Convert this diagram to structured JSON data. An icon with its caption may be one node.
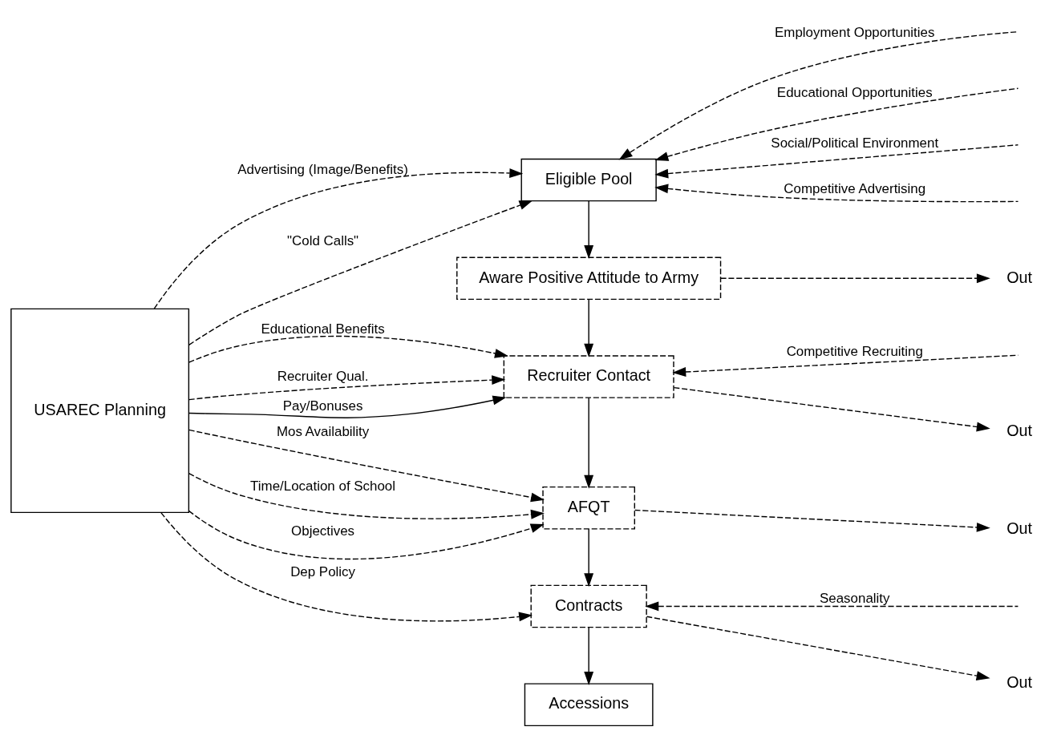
{
  "diagram": {
    "nodes": [
      {
        "text": [
          "Eligible Pool"
        ]
      },
      {
        "text": [
          "Aware Positive Attitude to Army"
        ]
      },
      {
        "text": [
          "Recruiter Contact"
        ]
      },
      {
        "text": [
          "AFQT"
        ]
      },
      {
        "text": [
          "Contracts"
        ]
      },
      {
        "text": [
          "Accessions"
        ]
      },
      {
        "text": [
          "USAREC Planning"
        ]
      },
      {
        "text": [
          "Out"
        ]
      },
      {
        "text": [
          "Out"
        ]
      },
      {
        "text": [
          "Out"
        ]
      },
      {
        "text": [
          "Out"
        ]
      }
    ],
    "edges": [
      {
        "from": 6,
        "to": 0,
        "arrow": "to",
        "label": "Advertising (Image/Benefits)",
        "style": "dashed"
      },
      {
        "from": 6,
        "to": 0,
        "arrow": "to",
        "label": "\"Cold Calls\"",
        "style": "dashed"
      },
      {
        "from": null,
        "to": 0,
        "arrow": "to",
        "label": "Employment Opportunities",
        "style": "dashed"
      },
      {
        "from": null,
        "to": 0,
        "arrow": "to",
        "label": "Educational Opportunities",
        "style": "dashed"
      },
      {
        "from": null,
        "to": 0,
        "arrow": "to",
        "label": "Social/Political Environment",
        "style": "dashed"
      },
      {
        "from": null,
        "to": 0,
        "arrow": "to",
        "label": "Competitive Advertising",
        "style": "dashed"
      },
      {
        "from": 0,
        "to": 1,
        "arrow": "to"
      },
      {
        "from": 1,
        "to": 2,
        "arrow": "to"
      },
      {
        "from": 1,
        "to": 7,
        "arrow": "to",
        "style": "dashed"
      },
      {
        "from": 6,
        "to": 2,
        "arrow": "to",
        "label": "Educational Benefits",
        "style": "dashed"
      },
      {
        "from": 6,
        "to": 2,
        "arrow": "to",
        "label": "Recruiter Qual.",
        "style": "dashed"
      },
      {
        "from": 6,
        "to": 2,
        "arrow": "to",
        "label": "Pay/Bonuses"
      },
      {
        "from": null,
        "to": 2,
        "arrow": "to",
        "label": "Competitive Recruiting",
        "style": "dashed"
      },
      {
        "from": 2,
        "to": 3,
        "arrow": "to"
      },
      {
        "from": 2,
        "to": 8,
        "arrow": "to",
        "style": "dashed"
      },
      {
        "from": 6,
        "to": 3,
        "arrow": "to",
        "label": "Mos Availability",
        "style": "dashed"
      },
      {
        "from": 6,
        "to": 3,
        "arrow": "to",
        "label": "Time/Location of School",
        "style": "dashed"
      },
      {
        "from": 6,
        "to": 3,
        "arrow": "to",
        "label": "Objectives",
        "style": "dashed"
      },
      {
        "from": 3,
        "to": 4,
        "arrow": "to"
      },
      {
        "from": 3,
        "to": 9,
        "arrow": "to",
        "style": "dashed"
      },
      {
        "from": 6,
        "to": 4,
        "arrow": "to",
        "label": "Dep Policy",
        "style": "dashed"
      },
      {
        "from": null,
        "to": 4,
        "arrow": "to",
        "label": "Seasonality",
        "style": "dashed"
      },
      {
        "from": 4,
        "to": 5,
        "arrow": "to"
      },
      {
        "from": 4,
        "to": 10,
        "arrow": "to",
        "style": "dashed"
      }
    ]
  }
}
